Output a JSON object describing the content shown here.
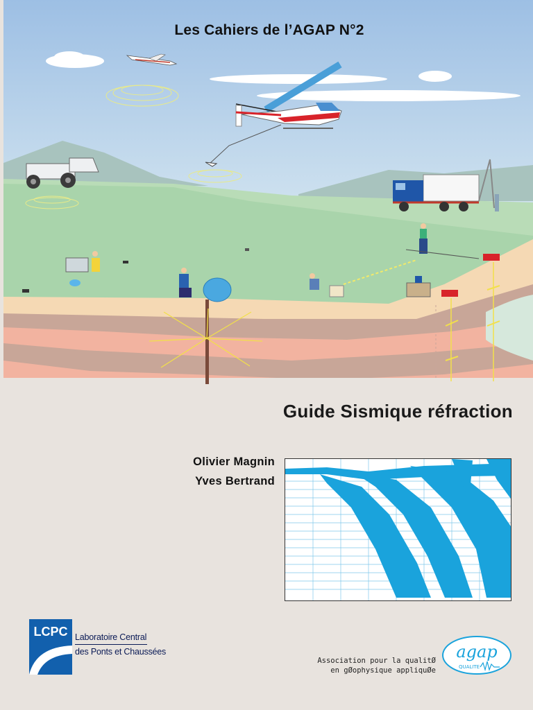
{
  "cover": {
    "series_title": "Les Cahiers de l’AGAP N°2",
    "main_title": "Guide Sismique réfraction",
    "authors": [
      "Olivier  Magnin",
      "Yves Bertrand"
    ]
  },
  "publisher": {
    "logo_text": "LCPC",
    "name_line1": "Laboratoire Central",
    "name_line2": "des Ponts et Chaussées"
  },
  "association": {
    "line1": "Association pour la qualitØ",
    "line2": "en gØophysique appliquØe",
    "logo_text": "agap",
    "logo_subtext": "QUALITE"
  },
  "colors": {
    "sky": "#a9c8e6",
    "grass": "#b8dcb4",
    "seismo_fill": "#1aa3dc",
    "lcpc_blue": "#1260ad",
    "agap_blue": "#1aa3dc"
  }
}
